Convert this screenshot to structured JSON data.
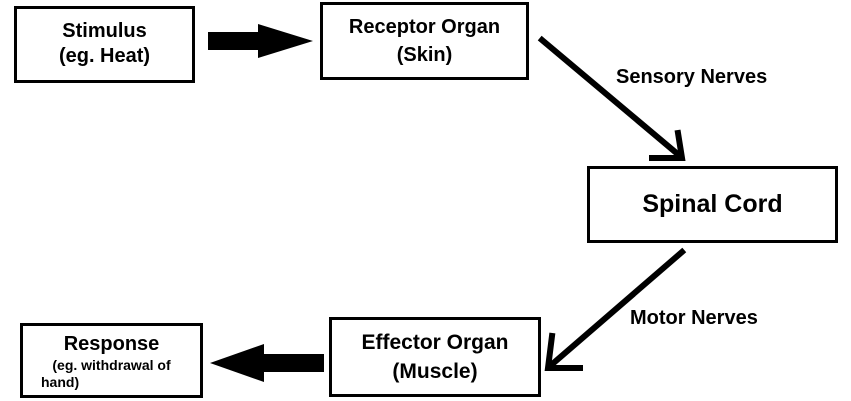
{
  "stimulus": {
    "line1": "Stimulus",
    "line2": "(eg. Heat)"
  },
  "receptor": {
    "line1": "Receptor Organ",
    "line2": "(Skin)"
  },
  "spinal_cord": {
    "label": "Spinal Cord"
  },
  "effector": {
    "line1": "Effector Organ",
    "line2": "(Muscle)"
  },
  "response": {
    "line1": "Response",
    "line2": "(eg. withdrawal of",
    "line3": "hand)"
  },
  "connectors": {
    "sensory": "Sensory Nerves",
    "motor": "Motor Nerves"
  },
  "colors": {
    "ink": "#000000",
    "background": "#ffffff"
  }
}
